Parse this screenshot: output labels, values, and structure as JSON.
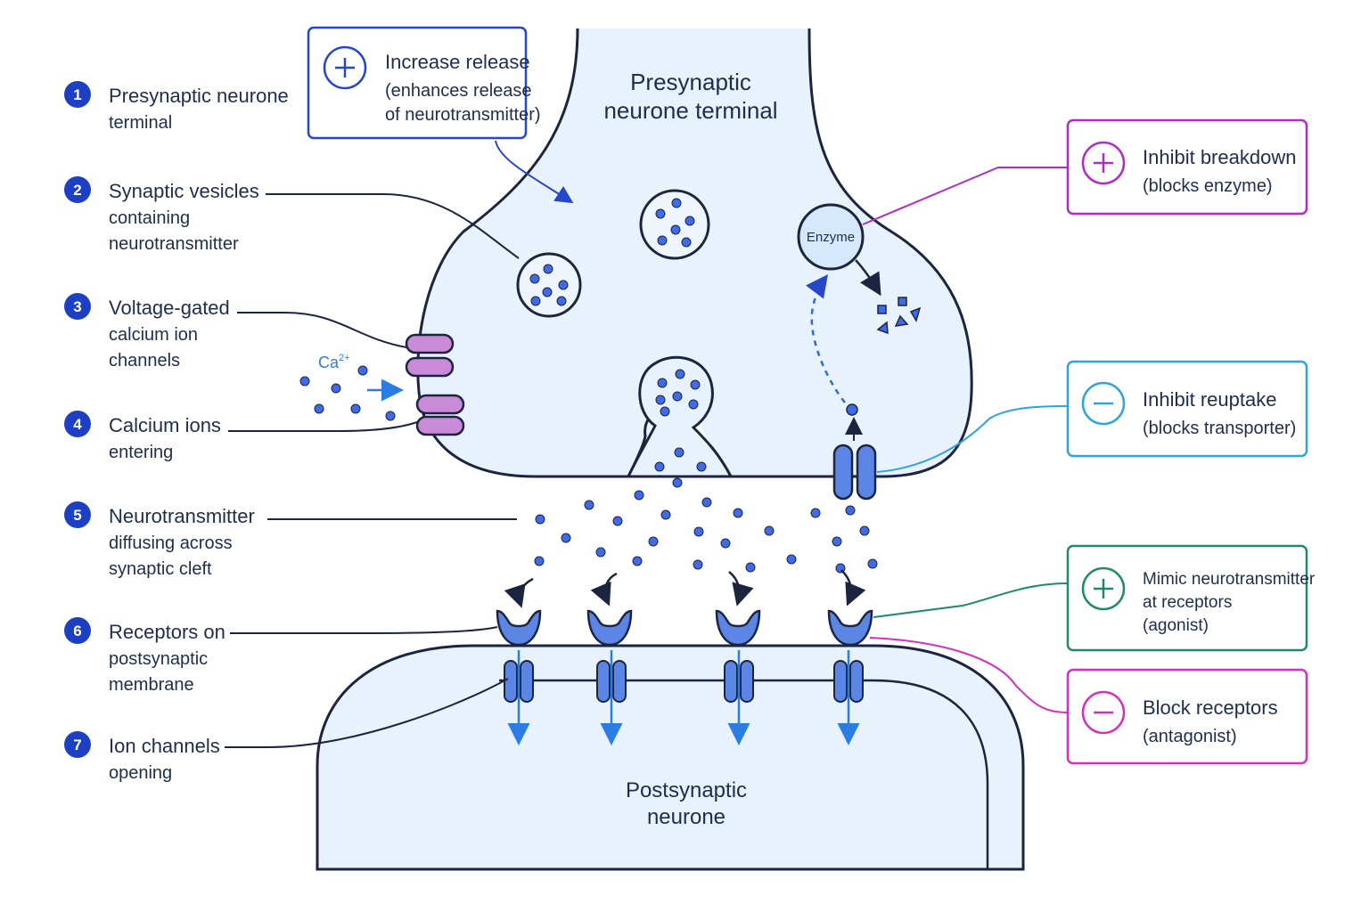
{
  "presynaptic_title": [
    "Presynaptic",
    "neurone terminal"
  ],
  "postsynaptic_title": [
    "Postsynaptic",
    "neurone"
  ],
  "enzyme_label": "Enzyme",
  "calcium_label": "Ca",
  "calcium_superscript": "2+",
  "numbered_labels": [
    {
      "number": "1",
      "lines": [
        "Presynaptic neurone",
        "terminal"
      ]
    },
    {
      "number": "2",
      "lines": [
        "Synaptic vesicles",
        "containing",
        "neurotransmitter"
      ]
    },
    {
      "number": "3",
      "lines": [
        "Voltage-gated",
        "calcium ion",
        "channels"
      ]
    },
    {
      "number": "4",
      "lines": [
        "Calcium ions",
        "entering"
      ]
    },
    {
      "number": "5",
      "lines": [
        "Neurotransmitter",
        "diffusing across",
        "synaptic cleft"
      ]
    },
    {
      "number": "6",
      "lines": [
        "Receptors on",
        "postsynaptic",
        "membrane"
      ]
    },
    {
      "number": "7",
      "lines": [
        "Ion channels",
        "opening"
      ]
    }
  ],
  "drug_actions": [
    {
      "symbol": "+",
      "title": "Increase release",
      "lines": [
        "(enhances release",
        "of neurotransmitter)"
      ],
      "color": "#2547c8"
    },
    {
      "symbol": "+",
      "title": "Inhibit breakdown",
      "lines": [
        "(blocks enzyme)"
      ],
      "color": "#b02bc9"
    },
    {
      "symbol": "−",
      "title": "Inhibit reuptake",
      "lines": [
        "(blocks transporter)"
      ],
      "color": "#2fa3de"
    },
    {
      "symbol": "+",
      "title": "Mimic neurotransmitter",
      "lines": [
        "at receptors",
        "(agonist)"
      ],
      "color": "#1f8a6b"
    },
    {
      "symbol": "−",
      "title": "Block receptors",
      "lines": [
        "(antagonist)"
      ],
      "color": "#d62fbe"
    }
  ],
  "colors": {
    "neuron_fill": "#e8f2fc",
    "outline": "#1c2540",
    "number_badge": "#1d3fc4",
    "vesicle_dot": "#3f6be8",
    "receptor": "#5b86e6",
    "calcium_channel": "#c98ad8",
    "ion_arrow": "#2b7de3"
  }
}
